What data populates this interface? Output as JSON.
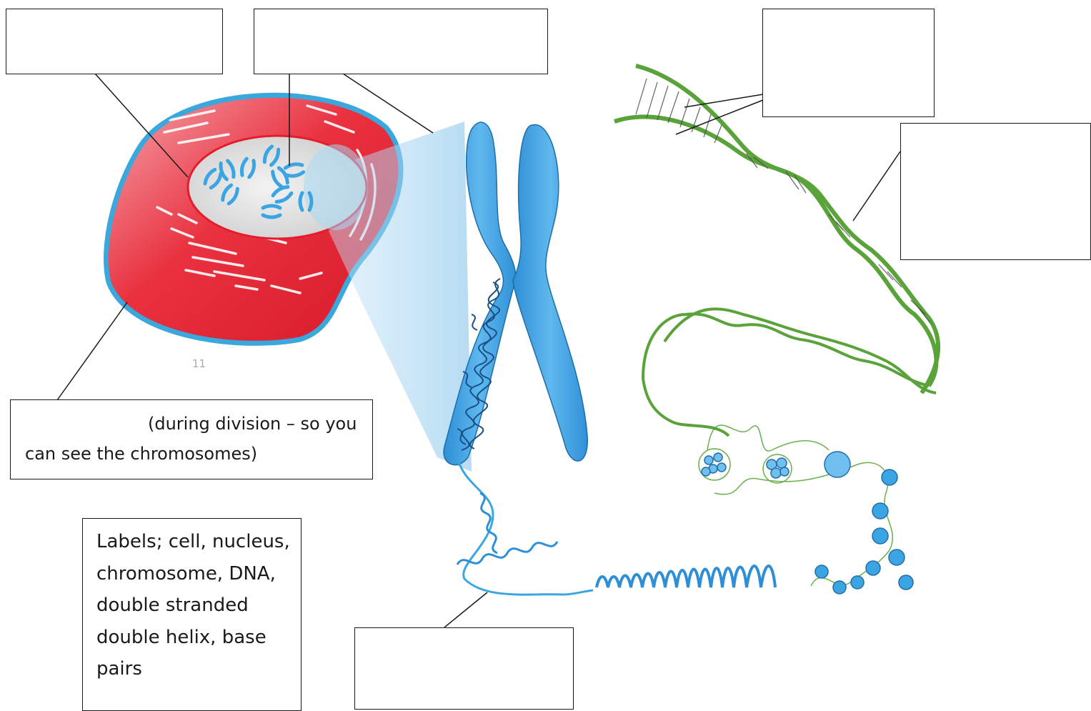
{
  "diagram": {
    "cell_box_text": "(during division – so you can see the chromosomes)",
    "key_box_text": "Labels; cell, nucleus, chromosome, DNA, double stranded double helix, base pairs",
    "figure_mark": "11",
    "colors": {
      "cell_red": "#e41c2d",
      "cell_membrane": "#3aa7dd",
      "nucleus_gray": "#d8d8d8",
      "chromosome_blue": "#3ba5e4",
      "dna_green": "#5aa33a",
      "outline": "#1a1a1a"
    }
  }
}
